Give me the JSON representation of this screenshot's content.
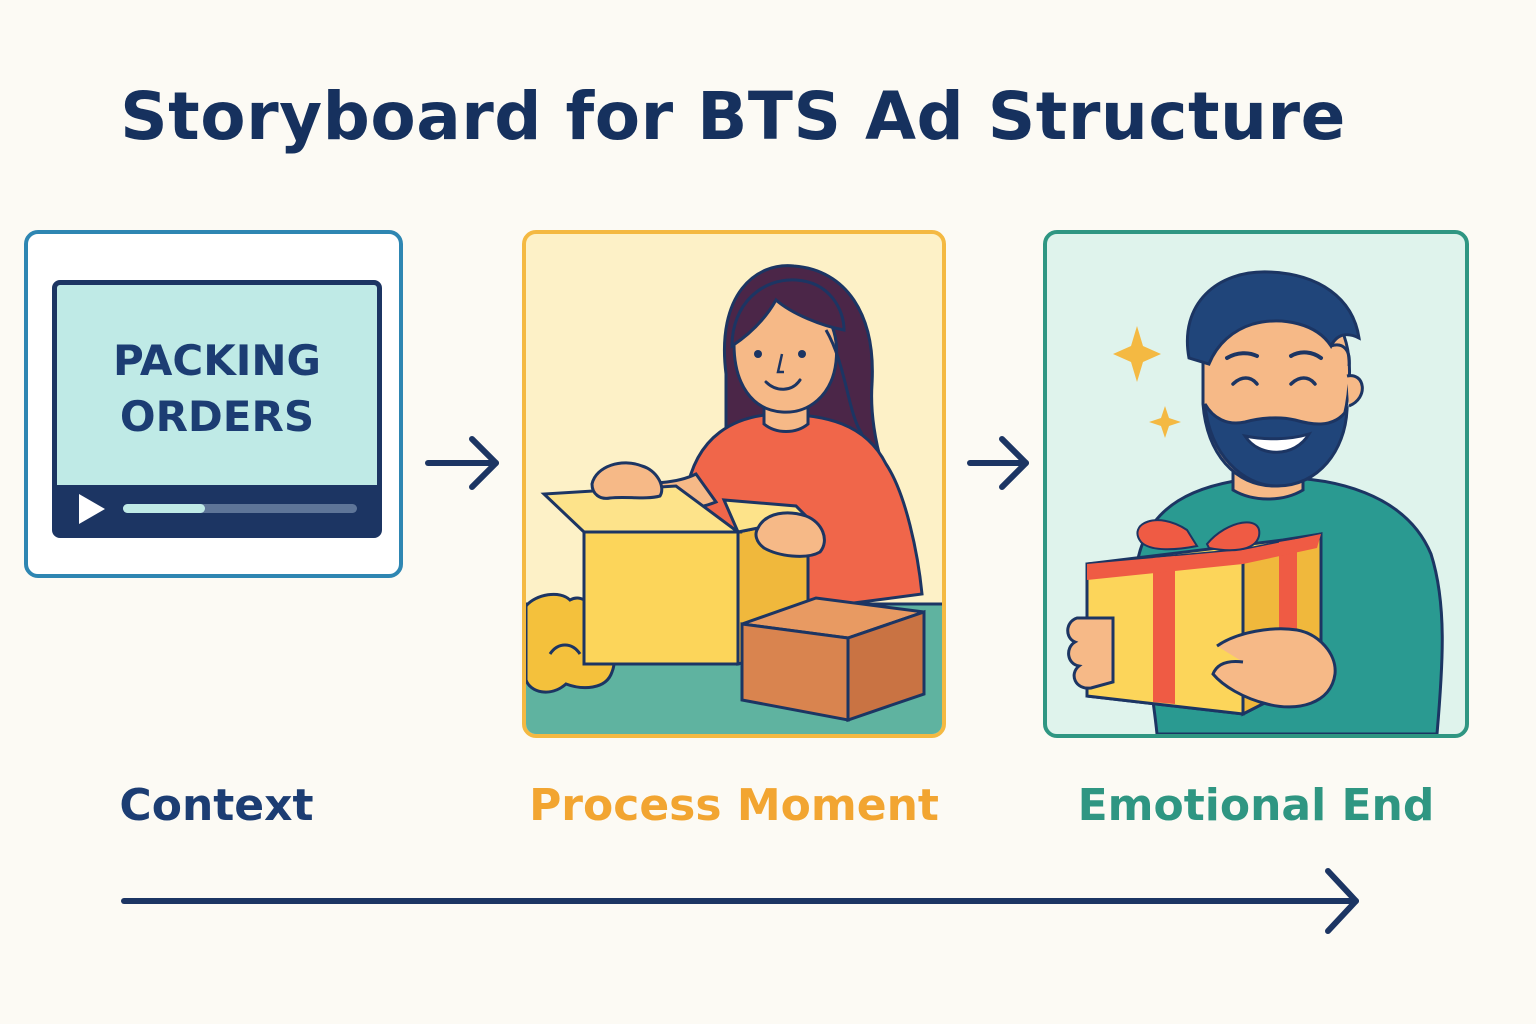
{
  "title": "Storyboard for BTS Ad Structure",
  "colors": {
    "navy": "#1c3563",
    "blue": "#2e86b2",
    "amber": "#f4b942",
    "orange_text": "#f2a531",
    "teal": "#2f9682",
    "background": "#fcfaf4"
  },
  "panels": [
    {
      "id": "context",
      "label": "Context",
      "screen_lines": [
        "PACKING",
        "ORDERS"
      ],
      "video_progress": 0.35,
      "icon": "play-icon"
    },
    {
      "id": "process",
      "label": "Process Moment",
      "scene": "woman-packing-box-illustration"
    },
    {
      "id": "emotional",
      "label": "Emotional End",
      "scene": "man-receiving-gift-illustration"
    }
  ],
  "connectors": [
    "arrow-right-icon",
    "arrow-right-icon"
  ],
  "timeline": "long-arrow-right-icon"
}
